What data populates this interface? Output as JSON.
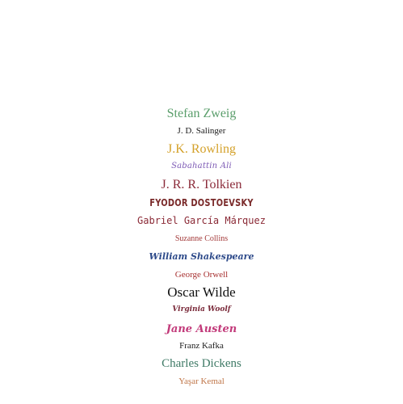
{
  "authors": [
    {
      "name": "Stefan Zweig",
      "color": "#5a9e6b"
    },
    {
      "name": "J. D. Salinger",
      "color": "#1a1a1a"
    },
    {
      "name": "J.K. Rowling",
      "color": "#d4a12a"
    },
    {
      "name": "Sabahattin Ali",
      "color": "#7d5ab5"
    },
    {
      "name": "J. R. R. Tolkien",
      "color": "#8b2b3a"
    },
    {
      "name": "FYODOR DOSTOEVSKY",
      "color": "#7a2a2a"
    },
    {
      "name": "Gabriel García Márquez",
      "color": "#8b2a36"
    },
    {
      "name": "Suzanne Collins",
      "color": "#a33a3a"
    },
    {
      "name": "William Shakespeare",
      "color": "#2d4a8a"
    },
    {
      "name": "George Orwell",
      "color": "#a83232"
    },
    {
      "name": "Oscar Wilde",
      "color": "#111111"
    },
    {
      "name": "Virginia Woolf",
      "color": "#7a2a3a"
    },
    {
      "name": "Jane Austen",
      "color": "#c23a7a"
    },
    {
      "name": "Franz Kafka",
      "color": "#1a1a1a"
    },
    {
      "name": "Charles Dickens",
      "color": "#3f7a66"
    },
    {
      "name": "Yaşar Kemal",
      "color": "#c0774a"
    }
  ]
}
